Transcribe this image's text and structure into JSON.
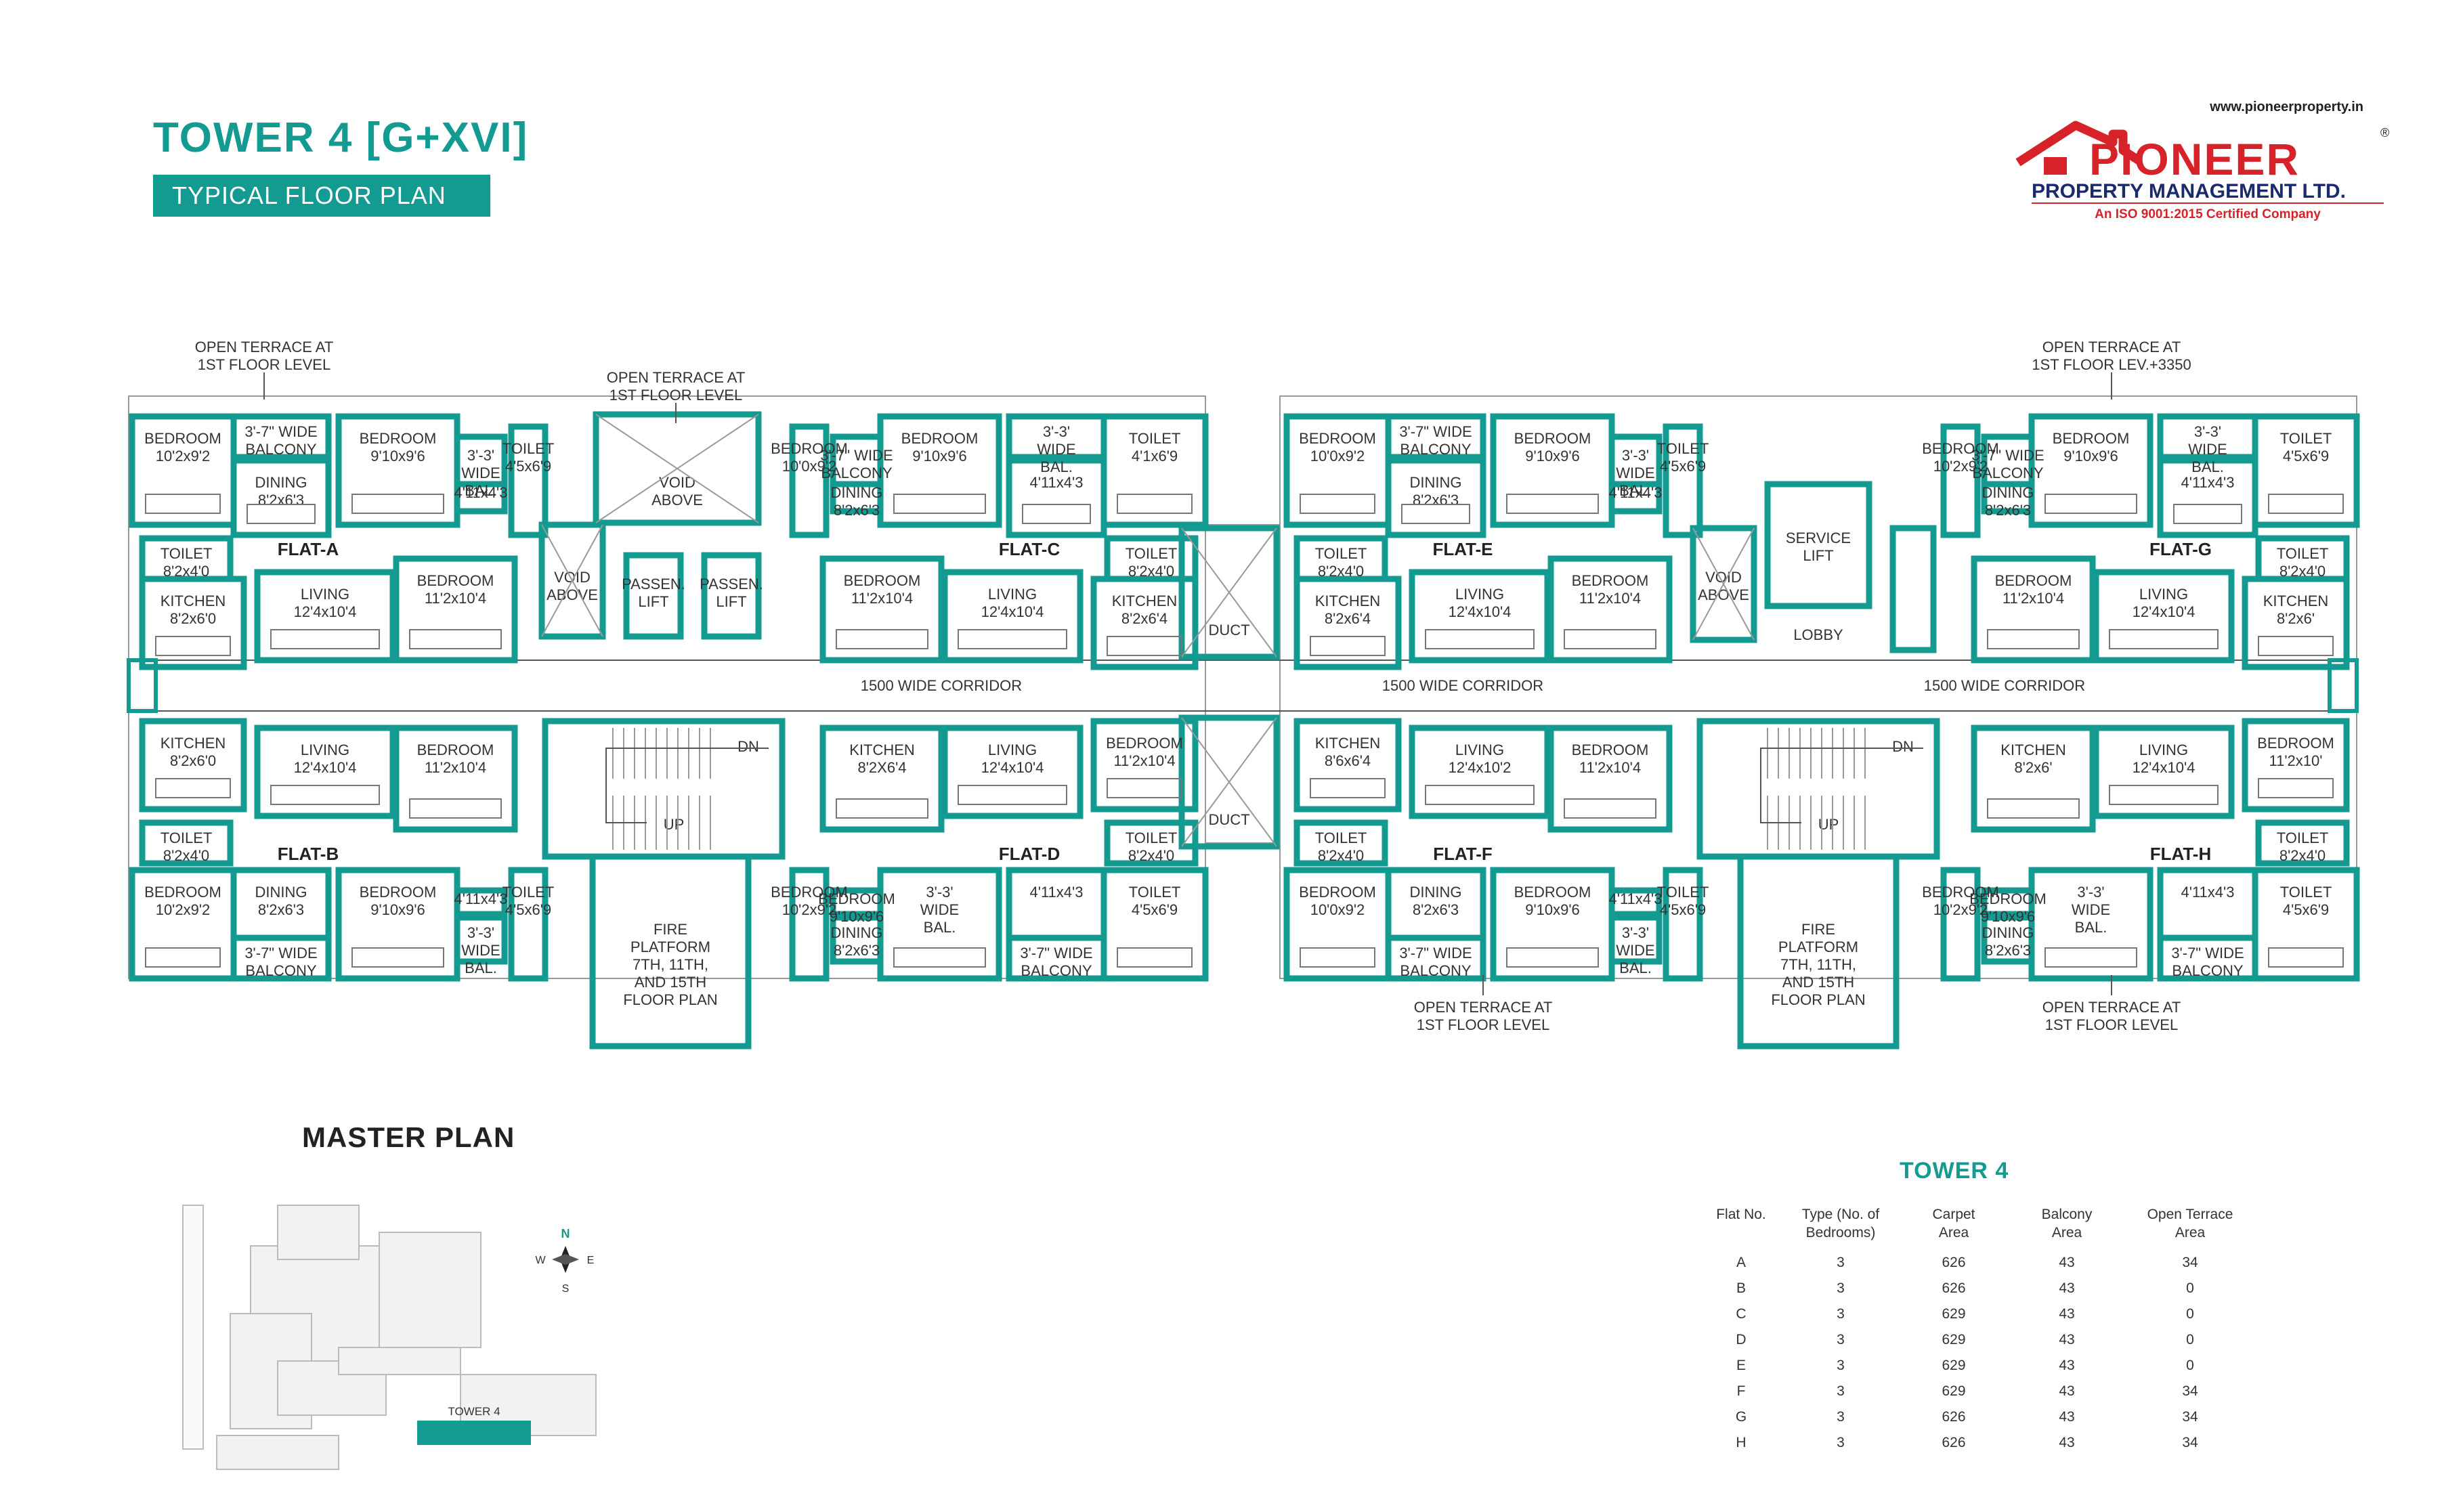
{
  "header": {
    "title": "TOWER 4 [G+XVI]",
    "subtitle": "TYPICAL FLOOR PLAN"
  },
  "logo": {
    "website": "www.pioneerproperty.in",
    "brand": "PIONEER",
    "registered": "®",
    "company": "PROPERTY MANAGEMENT LTD.",
    "certification": "An ISO 9001:2015 Certified Company",
    "colors": {
      "red": "#d7222a",
      "navy": "#1b2a6b"
    }
  },
  "colors": {
    "teal": "#139a91"
  },
  "floorplan": {
    "notes": {
      "terrace_a": [
        "OPEN TERRACE AT",
        "1ST FLOOR LEVEL"
      ],
      "terrace_void": [
        "OPEN TERRACE AT",
        "1ST FLOOR LEVEL"
      ],
      "terrace_g": [
        "OPEN TERRACE AT",
        "1ST FLOOR LEV.+3350"
      ],
      "terrace_f": [
        "OPEN TERRACE AT",
        "1ST FLOOR LEVEL"
      ],
      "terrace_h": [
        "OPEN TERRACE AT",
        "1ST FLOOR LEVEL"
      ],
      "fire_platform": [
        "FIRE",
        "PLATFORM",
        "7TH, 11TH,",
        "AND 15TH",
        "FLOOR PLAN"
      ]
    },
    "corridor": "1500 WIDE CORRIDOR",
    "duct": "DUCT",
    "dn": "DN",
    "up": "UP",
    "lobby": "LOBBY",
    "service_lift": [
      "SERVICE",
      "LIFT"
    ],
    "passenger_lift": [
      "PASSEN.",
      "LIFT"
    ],
    "void_above": [
      "VOID",
      "ABOVE"
    ],
    "flats": [
      {
        "name": "FLAT-A",
        "rooms": [
          [
            "BEDROOM",
            "10'2x9'2"
          ],
          [
            "3'-7\" WIDE",
            "BALCONY"
          ],
          [
            "DINING",
            "8'2x6'3"
          ],
          [
            "BEDROOM",
            "9'10x9'6"
          ],
          [
            "3'-3'",
            "WIDE",
            "BAL."
          ],
          [
            "4'11x4'3"
          ],
          [
            "TOILET",
            "4'5x6'9"
          ],
          [
            "TOILET",
            "8'2x4'0"
          ],
          [
            "KITCHEN",
            "8'2x6'0"
          ],
          [
            "LIVING",
            "12'4x10'4"
          ],
          [
            "BEDROOM",
            "11'2x10'4"
          ]
        ]
      },
      {
        "name": "FLAT-C",
        "rooms": [
          [
            "TOILET",
            "4'1x6'9"
          ],
          [
            "3'-3'",
            "WIDE",
            "BAL."
          ],
          [
            "4'11x4'3"
          ],
          [
            "BEDROOM",
            "9'10x9'6"
          ],
          [
            "3'-7\" WIDE",
            "BALCONY"
          ],
          [
            "DINING",
            "8'2x6'3"
          ],
          [
            "BEDROOM",
            "10'0x9'2"
          ],
          [
            "TOILET",
            "8'2x4'0"
          ],
          [
            "KITCHEN",
            "8'2x6'4"
          ],
          [
            "LIVING",
            "12'4x10'4"
          ],
          [
            "BEDROOM",
            "11'2x10'4"
          ]
        ]
      },
      {
        "name": "FLAT-E",
        "rooms": [
          [
            "BEDROOM",
            "10'0x9'2"
          ],
          [
            "3'-7\" WIDE",
            "BALCONY"
          ],
          [
            "DINING",
            "8'2x6'3"
          ],
          [
            "BEDROOM",
            "9'10x9'6"
          ],
          [
            "3'-3'",
            "WIDE",
            "BAL."
          ],
          [
            "4'11x4'3"
          ],
          [
            "TOILET",
            "4'5x6'9"
          ],
          [
            "TOILET",
            "8'2x4'0"
          ],
          [
            "KITCHEN",
            "8'2x6'4"
          ],
          [
            "LIVING",
            "12'4x10'4"
          ],
          [
            "BEDROOM",
            "11'2x10'4"
          ]
        ]
      },
      {
        "name": "FLAT-G",
        "rooms": [
          [
            "TOILET",
            "4'5x6'9"
          ],
          [
            "3'-3'",
            "WIDE",
            "BAL."
          ],
          [
            "4'11x4'3"
          ],
          [
            "BEDROOM",
            "9'10x9'6"
          ],
          [
            "3'-7\" WIDE",
            "BALCONY"
          ],
          [
            "DINING",
            "8'2x6'3"
          ],
          [
            "BEDROOM",
            "10'2x9'2"
          ],
          [
            "TOILET",
            "8'2x4'0"
          ],
          [
            "KITCHEN",
            "8'2x6'"
          ],
          [
            "LIVING",
            "12'4x10'4"
          ],
          [
            "BEDROOM",
            "11'2x10'4"
          ]
        ]
      },
      {
        "name": "FLAT-B",
        "rooms": [
          [
            "KITCHEN",
            "8'2x6'0"
          ],
          [
            "LIVING",
            "12'4x10'4"
          ],
          [
            "BEDROOM",
            "11'2x10'4"
          ],
          [
            "TOILET",
            "8'2x4'0"
          ],
          [
            "BEDROOM",
            "10'2x9'2"
          ],
          [
            "DINING",
            "8'2x6'3"
          ],
          [
            "BEDROOM",
            "9'10x9'6"
          ],
          [
            "4'11x4'3"
          ],
          [
            "3'-3'",
            "WIDE",
            "BAL."
          ],
          [
            "TOILET",
            "4'5x6'9"
          ],
          [
            "3'-7\" WIDE",
            "BALCONY"
          ]
        ]
      },
      {
        "name": "FLAT-D",
        "rooms": [
          [
            "BEDROOM",
            "11'2x10'4"
          ],
          [
            "LIVING",
            "12'4x10'4"
          ],
          [
            "KITCHEN",
            "8'2X6'4"
          ],
          [
            "TOILET",
            "8'2x4'0"
          ],
          [
            "TOILET",
            "4'5x6'9"
          ],
          [
            "4'11x4'3"
          ],
          [
            "3'-3'",
            "WIDE",
            "BAL."
          ],
          [
            "BEDROOM",
            "9'10x9'6"
          ],
          [
            "DINING",
            "8'2x6'3"
          ],
          [
            "BEDROOM",
            "10'2x9'2"
          ],
          [
            "3'-7\" WIDE",
            "BALCONY"
          ]
        ]
      },
      {
        "name": "FLAT-F",
        "rooms": [
          [
            "KITCHEN",
            "8'6x6'4"
          ],
          [
            "LIVING",
            "12'4x10'2"
          ],
          [
            "BEDROOM",
            "11'2x10'4"
          ],
          [
            "TOILET",
            "8'2x4'0"
          ],
          [
            "BEDROOM",
            "10'0x9'2"
          ],
          [
            "DINING",
            "8'2x6'3"
          ],
          [
            "BEDROOM",
            "9'10x9'6"
          ],
          [
            "4'11x4'3"
          ],
          [
            "3'-3'",
            "WIDE",
            "BAL."
          ],
          [
            "TOILET",
            "4'5x6'9"
          ],
          [
            "3'-7\" WIDE",
            "BALCONY"
          ]
        ]
      },
      {
        "name": "FLAT-H",
        "rooms": [
          [
            "BEDROOM",
            "11'2x10'"
          ],
          [
            "LIVING",
            "12'4x10'4"
          ],
          [
            "KITCHEN",
            "8'2x6'"
          ],
          [
            "TOILET",
            "8'2x4'0"
          ],
          [
            "TOILET",
            "4'5x6'9"
          ],
          [
            "4'11x4'3"
          ],
          [
            "3'-3'",
            "WIDE",
            "BAL."
          ],
          [
            "BEDROOM",
            "9'10x9'6"
          ],
          [
            "DINING",
            "8'2x6'3"
          ],
          [
            "BEDROOM",
            "10'2x9'2"
          ],
          [
            "3'-7\" WIDE",
            "BALCONY"
          ]
        ]
      }
    ]
  },
  "master_plan": {
    "title": "MASTER PLAN",
    "tower_label": "TOWER 4",
    "compass": {
      "n": "N",
      "s": "S",
      "e": "E",
      "w": "W"
    }
  },
  "area_table": {
    "title": "TOWER 4",
    "headers": [
      [
        "Flat No."
      ],
      [
        "Type (No. of",
        "Bedrooms)"
      ],
      [
        "Carpet",
        "Area"
      ],
      [
        "Balcony",
        "Area"
      ],
      [
        "Open Terrace",
        "Area"
      ]
    ],
    "rows": [
      [
        "A",
        "3",
        "626",
        "43",
        "34"
      ],
      [
        "B",
        "3",
        "626",
        "43",
        "0"
      ],
      [
        "C",
        "3",
        "629",
        "43",
        "0"
      ],
      [
        "D",
        "3",
        "629",
        "43",
        "0"
      ],
      [
        "E",
        "3",
        "629",
        "43",
        "0"
      ],
      [
        "F",
        "3",
        "629",
        "43",
        "34"
      ],
      [
        "G",
        "3",
        "626",
        "43",
        "34"
      ],
      [
        "H",
        "3",
        "626",
        "43",
        "34"
      ]
    ]
  }
}
